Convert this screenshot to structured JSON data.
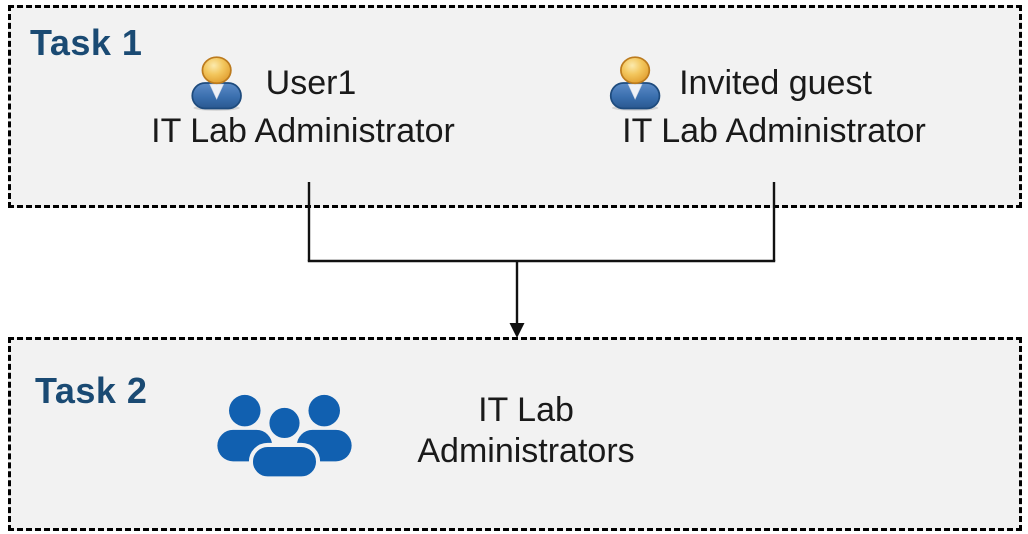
{
  "diagram": {
    "task1": {
      "label": "Task 1",
      "users": [
        {
          "name": "User1",
          "role": "IT Lab Administrator",
          "icon": "person-bust-icon"
        },
        {
          "name": "Invited guest",
          "role": "IT Lab Administrator",
          "icon": "person-bust-icon"
        }
      ]
    },
    "task2": {
      "label": "Task 2",
      "group": {
        "icon": "people-group-icon",
        "name_lines": [
          "IT Lab",
          "Administrators"
        ]
      }
    },
    "icons": {
      "user": "person-bust-icon",
      "group": "people-group-icon",
      "connector": "merge-arrow-down-icon"
    },
    "colors": {
      "task_label": "#1a4a73",
      "box_fill": "#f2f2f2",
      "box_border": "#000000",
      "body_text": "#1a1a1a",
      "connector": "#111111",
      "group_icon": "#1160b0",
      "user_icon_head": "#e9a63c",
      "user_icon_body": "#3a6fae"
    }
  }
}
